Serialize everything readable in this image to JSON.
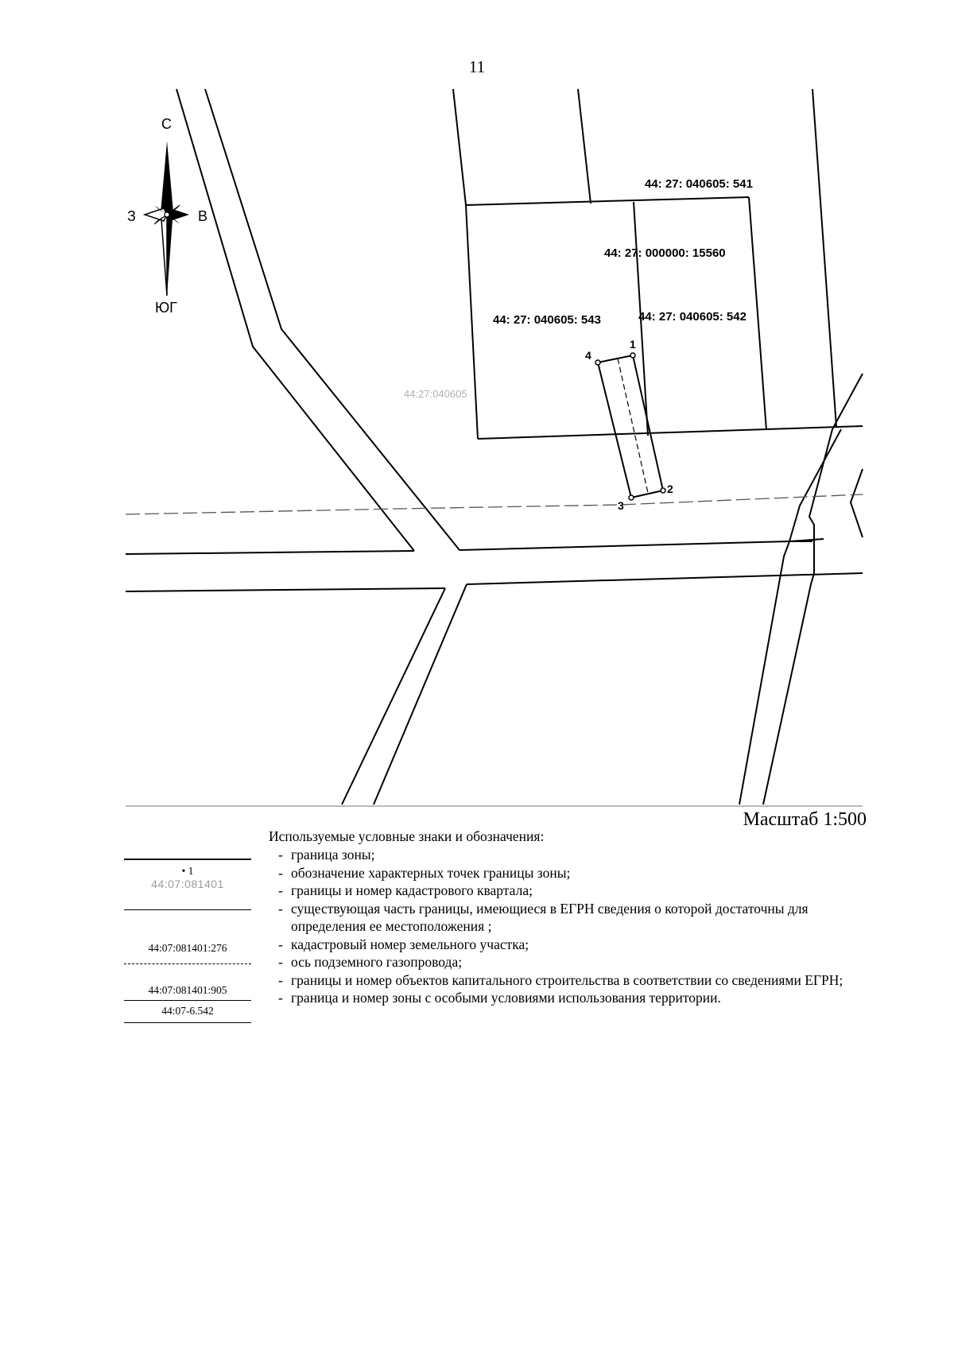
{
  "page": {
    "number": "11"
  },
  "map": {
    "compass": {
      "north": "С",
      "south": "ЮГ",
      "west": "З",
      "east": "В"
    },
    "parcels": [
      {
        "id": "p541",
        "label": "44: 27: 040605: 541"
      },
      {
        "id": "p15560",
        "label": "44: 27: 000000: 15560"
      },
      {
        "id": "p543",
        "label": "44: 27: 040605: 543"
      },
      {
        "id": "p542",
        "label": "44: 27: 040605: 542"
      }
    ],
    "faded_quarter_label": "44:27:040605",
    "zone_points": [
      "1",
      "2",
      "3",
      "4"
    ],
    "scale": "Масштаб 1:500"
  },
  "legend": {
    "title": "Используемые условные знаки и обозначения:",
    "items": [
      "граница зоны;",
      "обозначение характерных точек границы зоны;",
      "границы и номер кадастрового квартала;",
      "существующая часть границы, имеющиеся в ЕГРН сведения о которой достаточны для определения ее местоположения ;",
      "кадастровый номер земельного участка;",
      "ось подземного газопровода;",
      "границы и номер объектов капитального строительства в соответствии со сведениями ЕГРН;",
      "граница и номер зоны с особыми условиями использования территории."
    ],
    "symbols": {
      "point_label": "• 1",
      "quarter_label": "44:07:081401",
      "parcel_label": "44:07:081401:276",
      "building_label": "44:07:081401:905",
      "zone_label": "44:07-6.542"
    }
  }
}
